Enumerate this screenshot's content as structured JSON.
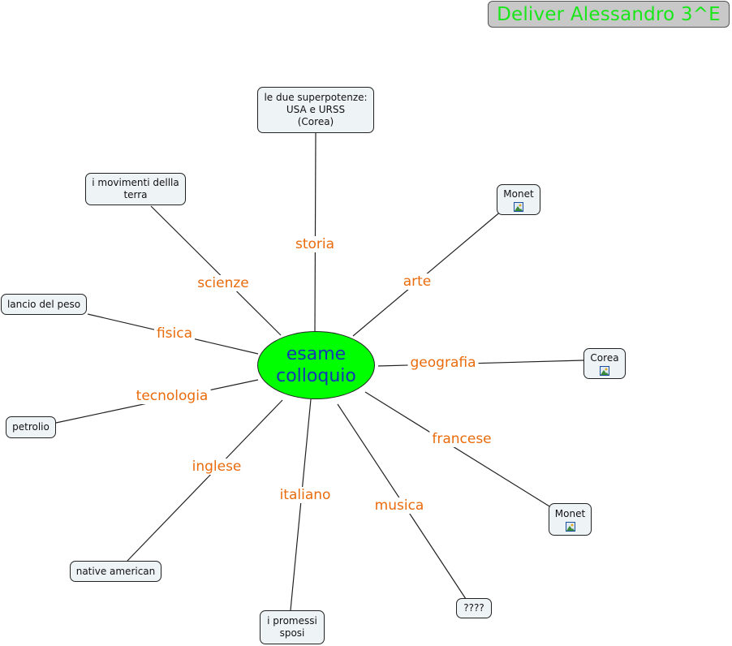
{
  "title": "Deliver Alessandro 3^E",
  "center": {
    "line1": "esame",
    "line2": "colloquio"
  },
  "branches": {
    "storia": "storia",
    "scienze": "scienze",
    "fisica": "fisica",
    "tecnologia": "tecnologia",
    "inglese": "inglese",
    "italiano": "italiano",
    "musica": "musica",
    "francese": "francese",
    "geografia": "geografia",
    "arte": "arte"
  },
  "nodes": {
    "storia": {
      "line1": "le due superpotenze:",
      "line2": "USA e URSS",
      "line3": "(Corea)"
    },
    "scienze": {
      "line1": "i movimenti dellla",
      "line2": "terra"
    },
    "fisica": "lancio del peso",
    "tecnologia": "petrolio",
    "inglese": "native american",
    "italiano": {
      "line1": "i promessi",
      "line2": "sposi"
    },
    "musica": "????",
    "francese": "Monet",
    "geografia": "Corea",
    "arte": "Monet"
  },
  "icons": {
    "attachment": "image-icon"
  },
  "colors": {
    "title_text": "#19e619",
    "center_fill": "#00ff00",
    "center_text": "#1238b5",
    "branch_text": "#e96b0c"
  }
}
